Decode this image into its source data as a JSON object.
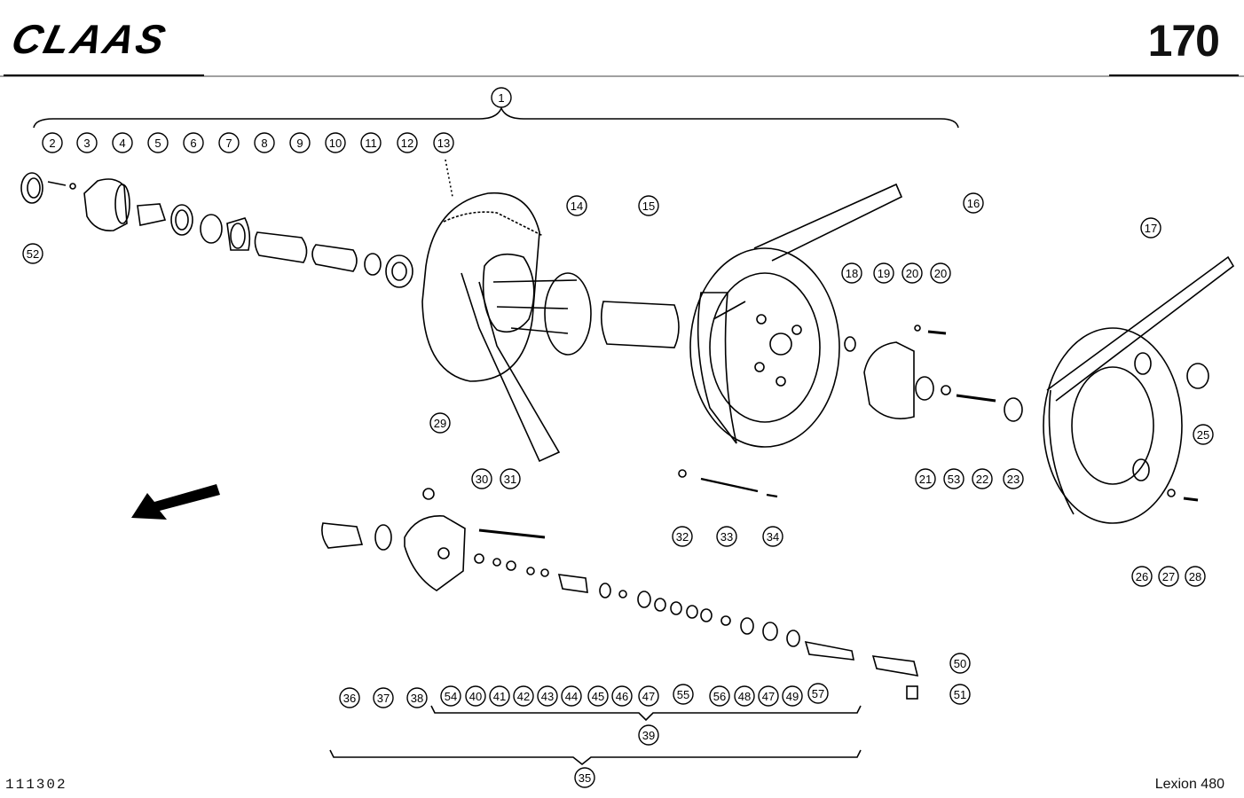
{
  "header": {
    "brand_logo": "CLAAS",
    "page_number": "170"
  },
  "footer": {
    "drawing_number": "111302",
    "model": "Lexion 480"
  },
  "callouts": [
    "1",
    "2",
    "3",
    "4",
    "5",
    "6",
    "7",
    "8",
    "9",
    "10",
    "11",
    "12",
    "13",
    "14",
    "15",
    "16",
    "17",
    "18",
    "19",
    "20",
    "20",
    "21",
    "22",
    "23",
    "25",
    "26",
    "27",
    "28",
    "29",
    "30",
    "31",
    "32",
    "33",
    "34",
    "35",
    "36",
    "37",
    "38",
    "39",
    "40",
    "41",
    "42",
    "43",
    "44",
    "45",
    "46",
    "47",
    "47",
    "48",
    "49",
    "50",
    "51",
    "52",
    "53",
    "54",
    "55",
    "56",
    "57"
  ],
  "icons": {
    "direction_arrow": "arrow-left-down-icon"
  }
}
